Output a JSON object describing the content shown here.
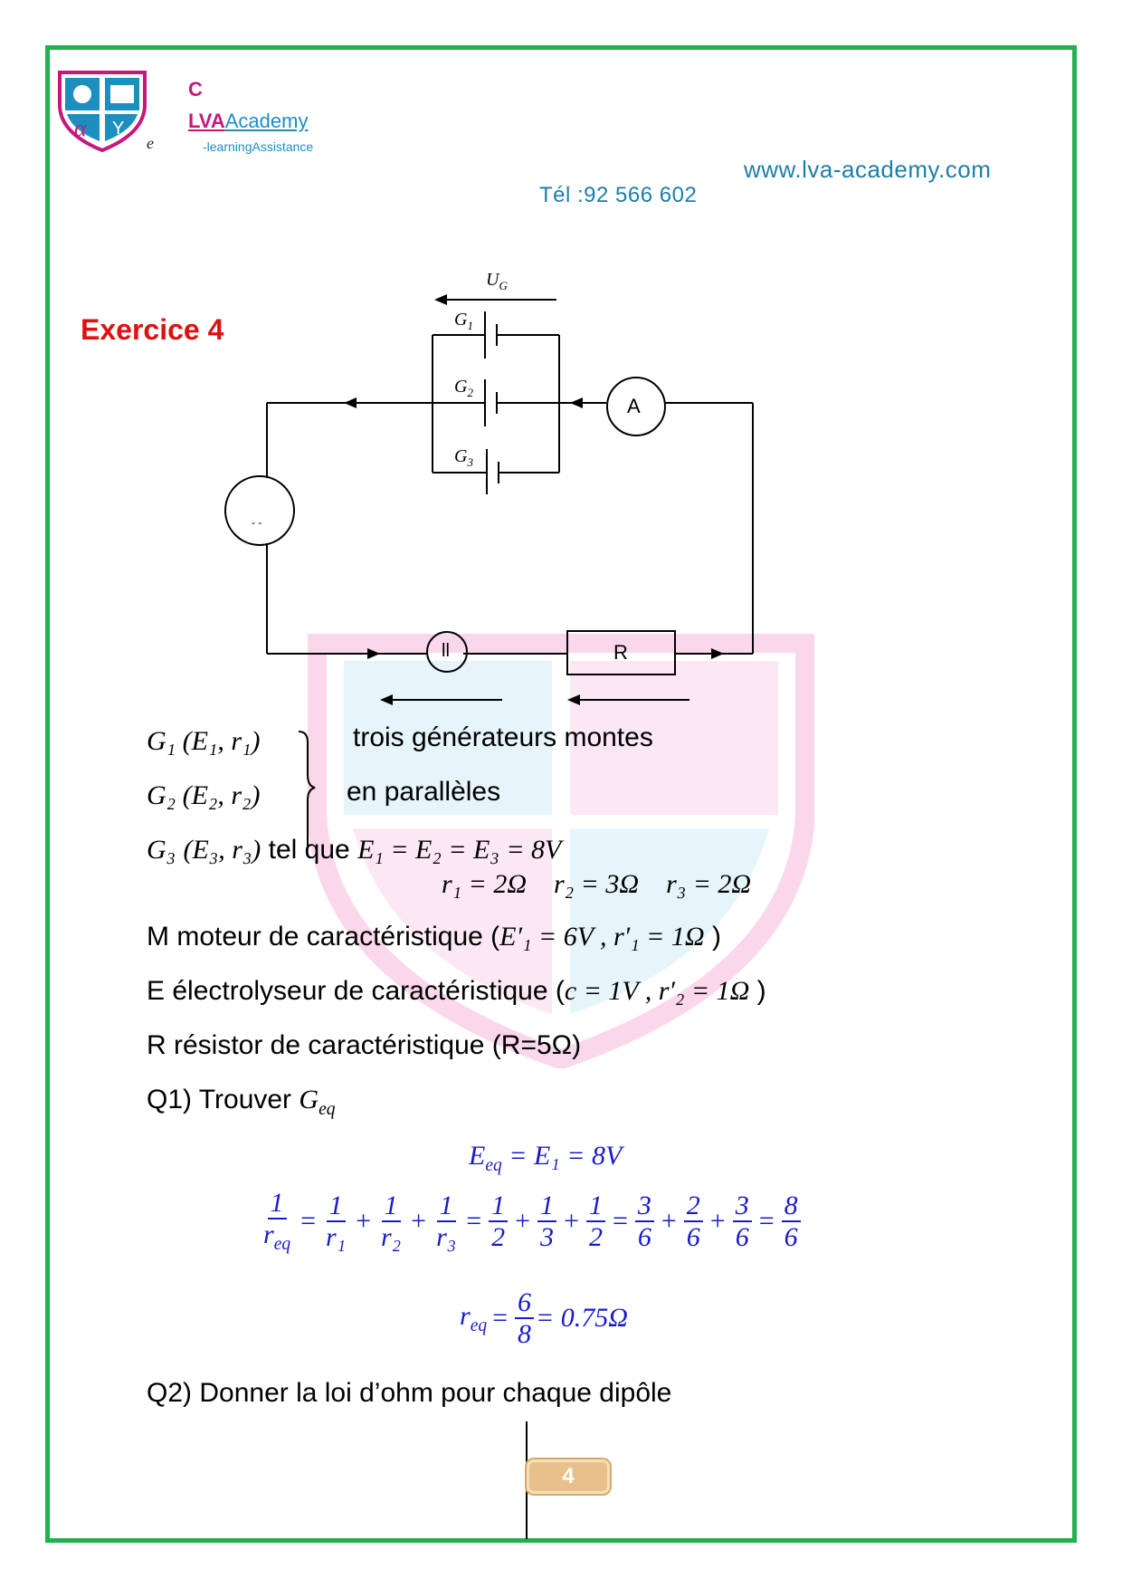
{
  "header": {
    "logo_c": "C",
    "logo_lva": "LVA",
    "logo_academy": "Academy",
    "logo_tagline": "-learningAssistance",
    "logo_e": "e",
    "website": "www.lva-academy.com",
    "phone": "Tél :92 566 602"
  },
  "exercise": {
    "title": "Exercice 4"
  },
  "circuit": {
    "label_ug": "U",
    "label_ug_sub": "G",
    "g1": "G",
    "g1_sub": "1",
    "g2": "G",
    "g2_sub": "2",
    "g3": "G",
    "g3_sub": "3",
    "ammeter": "A",
    "motor_mark": "- -",
    "electrolyser": "ll",
    "resistor": "R"
  },
  "statements": {
    "g1_line": "(E₁, r₁)",
    "g2_line": "(E₂, r₂)",
    "g3_line": "(E₃, r₃)",
    "g1": "G₁",
    "g2": "G₂",
    "g3": "G₃",
    "trois": "trois générateurs montes",
    "parallel": "en parallèles",
    "telque": "tel que",
    "emf_eq": "E₁ = E₂ = E₃ = 8V",
    "r_values": "r₁ = 2Ω    r₂ = 3Ω    r₃ = 2Ω",
    "motor_text": "M moteur de caractéristique (",
    "motor_math": "E′₁ = 6V , r′₁ = 1Ω",
    "motor_end": " )",
    "electro_text": "E électrolyseur de caractéristique (",
    "electro_math": "c = 1V , r′₂ = 1Ω",
    "electro_end": " )",
    "resistor_text": "R résistor de caractéristique (R=5Ω)",
    "q1_text": "Q1) Trouver ",
    "q1_math": "G",
    "q1_sub": "eq",
    "q2_text": "Q2) Donner la loi d’ohm pour chaque dipôle"
  },
  "solution": {
    "eeq": "E",
    "eeq_sub": "eq",
    "eeq_rest": " = E₁ = 8V",
    "f_one": "1",
    "f_req": "r",
    "f_req_sub": "eq",
    "f_r1": "r₁",
    "f_r2": "r₂",
    "f_r3": "r₃",
    "f_2": "2",
    "f_3": "3",
    "f_6": "6",
    "f_8": "8",
    "req_result": " = 0.75Ω"
  },
  "footer": {
    "page_number": "4"
  },
  "colors": {
    "frame": "#22b14c",
    "title": "#e01010",
    "solution": "#1a1acc",
    "brand_pink": "#c8177a",
    "brand_blue": "#1c8fbf"
  }
}
